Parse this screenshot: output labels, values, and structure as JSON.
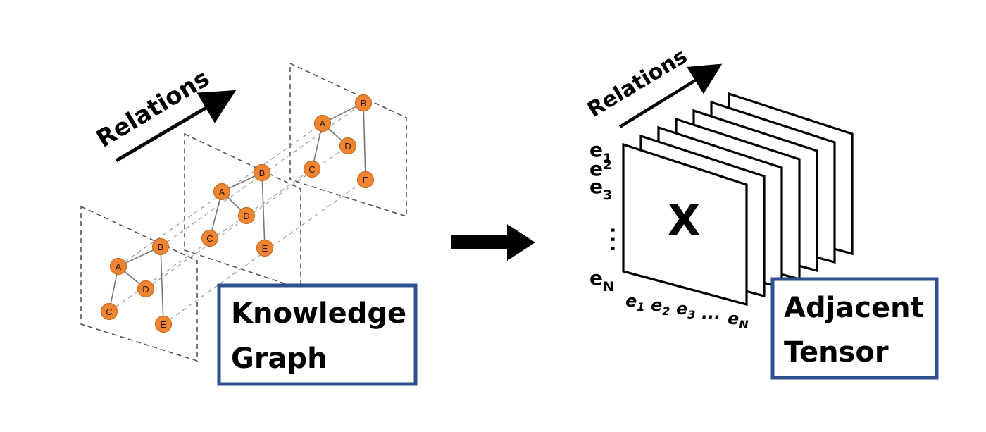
{
  "knowledge_graph": {
    "relations_label": "Relations",
    "box_line1": "Knowledge",
    "box_line2": "Graph",
    "node_labels": [
      "A",
      "B",
      "C",
      "D",
      "E"
    ]
  },
  "adjacent_tensor": {
    "relations_label": "Relations",
    "center_symbol": "X",
    "box_line1": "Adjacent",
    "box_line2": "Tensor",
    "row_labels": [
      {
        "base": "e",
        "sub": "1"
      },
      {
        "base": "e",
        "sub": "2"
      },
      {
        "base": "e",
        "sub": "3"
      },
      {
        "base": "e",
        "sub": "N"
      }
    ],
    "col_labels": [
      {
        "base": "e",
        "sub": "1"
      },
      {
        "base": "e",
        "sub": "2"
      },
      {
        "base": "e",
        "sub": "3"
      },
      {
        "base": "e",
        "sub": "N"
      }
    ],
    "col_ellipsis": "...",
    "row_ellipsis": "···"
  },
  "colors": {
    "node_fill": "#ef8533",
    "node_stroke": "#c96a20",
    "box_border": "#2f4f8f",
    "dashed": "#555555",
    "edge": "#777777"
  }
}
